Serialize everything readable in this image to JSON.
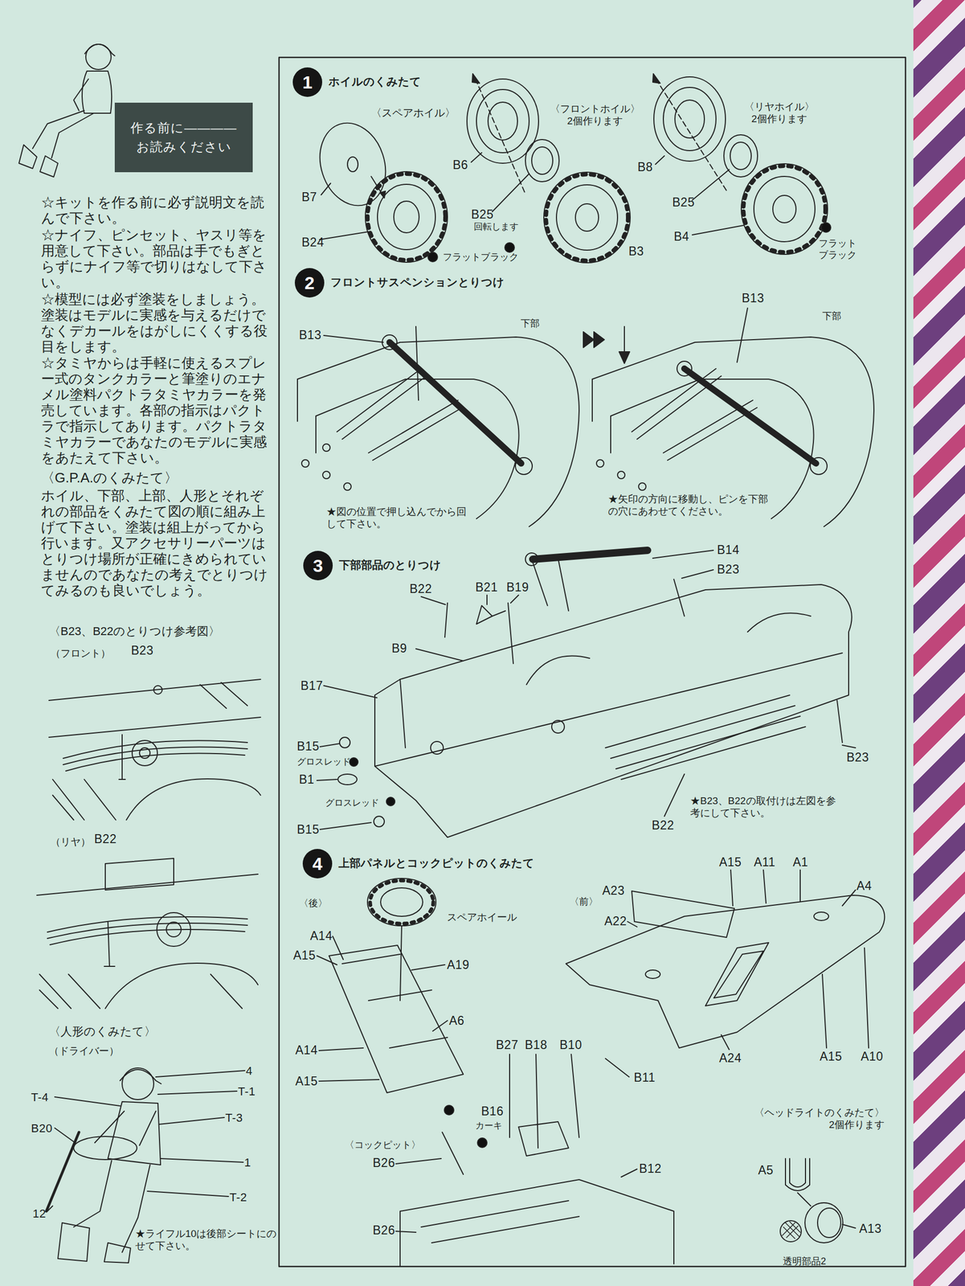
{
  "diagram": {
    "nodes": [
      {
        "text": [
          "作る前に―――― お読みください"
        ]
      },
      {
        "text": [
          "1",
          "ホイルのくみたて"
        ]
      },
      {
        "text": [
          "2",
          "フロントサスペンションとりつけ"
        ]
      },
      {
        "text": [
          "3",
          "下部部品のとりつけ"
        ]
      },
      {
        "text": [
          "4",
          "上部パネルとコックピットのくみたて"
        ]
      }
    ],
    "labels": [
      "☆キットを作る前に必ず説明文を読んで下さい。",
      "☆ナイフ、ピンセット、ヤスリ等を用意して下さい。部品は手でもぎとらずにナイフ等で切りはなして下さい。",
      "☆模型には必ず塗装をしましょう。塗装はモデルに実感を与えるだけでなくデカールをはがしにくくする役目をします。",
      "☆タミヤからは手軽に使えるスプレー式のタンクカラーと筆塗りのエナメル塗料パクトラタミヤカラーを発売しています。各部の指示はパクトラで指示してあります。パクトラタミヤカラーであなたのモデルに実感をあたえて下さい。",
      "〈G.P.A.のくみたて〉",
      "ホイル、下部、上部、人形とそれぞれの部品をくみたて図の順に組み上げて下さい。塗装は組上がってから行います。又アクセサリーパーツはとりつけ場所が正確にきめられていませんのであなたの考えでとりつけてみるのも良いでしょう。",
      "〈B23、B22のとりつけ参考図〉",
      "（フロント）",
      "B23",
      "（リヤ）",
      "B22",
      "〈人形のくみたて〉",
      "（ドライバー）",
      "4",
      "T-1",
      "T-4",
      "T-3",
      "B20",
      "1",
      "T-2",
      "12",
      "★ライフル10は後部シートにのせて下さい。",
      "〈スペアホイル〉",
      "B7",
      "B24",
      "フラットブラック",
      "B6",
      "〈フロントホイル〉 2個作ります",
      "B25",
      "回転します",
      "B3",
      "B8",
      "〈リヤホイル〉 2個作ります",
      "B25",
      "B4",
      "フラット ブラック",
      "B13",
      "下部",
      "★図の位置で押し込んでから回して下さい。",
      "B13",
      "下部",
      "★矢印の方向に移動し、ピンを下部の穴にあわせてください。",
      "B14",
      "B23",
      "B22",
      "B21",
      "B19",
      "B9",
      "B17",
      "B15",
      "グロスレッド",
      "B1",
      "グロスレッド",
      "B15",
      "B23",
      "B22",
      "★B23、B22の取付けは左図を参考にして下さい。",
      "〈後〉",
      "スペアホイール",
      "A14",
      "A15",
      "A19",
      "A6",
      "A14",
      "A15",
      "〈前〉",
      "A23",
      "A22",
      "A15",
      "A11",
      "A1",
      "A4",
      "A24",
      "A15",
      "A10",
      "B27",
      "B18",
      "B10",
      "B11",
      "B16",
      "カーキ",
      "〈コックピット〉",
      "B26",
      "B12",
      "B26",
      "〈ヘッドライトのくみたて〉 2個作ります",
      "A5",
      "A13",
      "透明部品2"
    ]
  }
}
